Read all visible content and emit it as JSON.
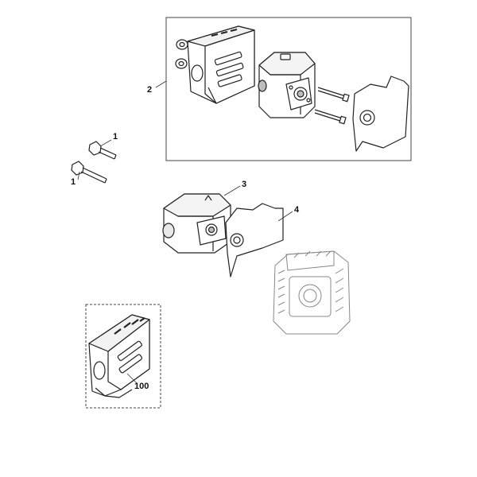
{
  "callouts": {
    "bolt_upper": "1",
    "bolt_lower": "1",
    "kit": "2",
    "muffler": "3",
    "gasket": "4",
    "guard_kit": "100"
  },
  "colors": {
    "line": "#222222",
    "leader": "#333333",
    "fill": "#ffffff",
    "shade": "#bdbdbd",
    "engine_line": "#888888",
    "frame": "#444444"
  }
}
